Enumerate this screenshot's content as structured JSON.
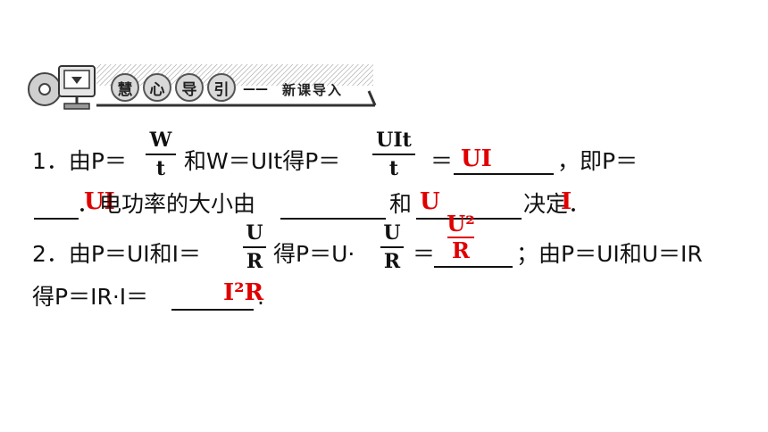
{
  "header": {
    "chars": [
      "慧",
      "心",
      "导",
      "引"
    ],
    "dash": "——",
    "subtitle": "新课导入"
  },
  "line1": {
    "seg_a": "1．由P＝",
    "frac1": {
      "num": "W",
      "den": "t"
    },
    "seg_b": "和W＝UIt得P＝",
    "frac2": {
      "num": "UIt",
      "den": "t"
    },
    "seg_c": "＝",
    "seg_d": "，即P＝"
  },
  "line2": {
    "seg_a": "．电功率的大小由",
    "seg_b": "和",
    "seg_c": "决定．"
  },
  "line3": {
    "seg_a": "2．由P＝UI和I＝",
    "frac1": {
      "num": "U",
      "den": "R"
    },
    "seg_b": "得P＝U·",
    "frac2": {
      "num": "U",
      "den": "R"
    },
    "seg_c": "＝",
    "seg_d": "；由P＝UI和U＝IR"
  },
  "line4": {
    "seg_a": "得P＝IR·I＝",
    "seg_b": "."
  },
  "answers": {
    "a1": "UI",
    "a2": "UI",
    "a3": "U",
    "a4": "I",
    "a5_num": "U²",
    "a5_den": "R",
    "a6": "I²R"
  },
  "colors": {
    "answer": "#e00000",
    "text": "#111111"
  }
}
